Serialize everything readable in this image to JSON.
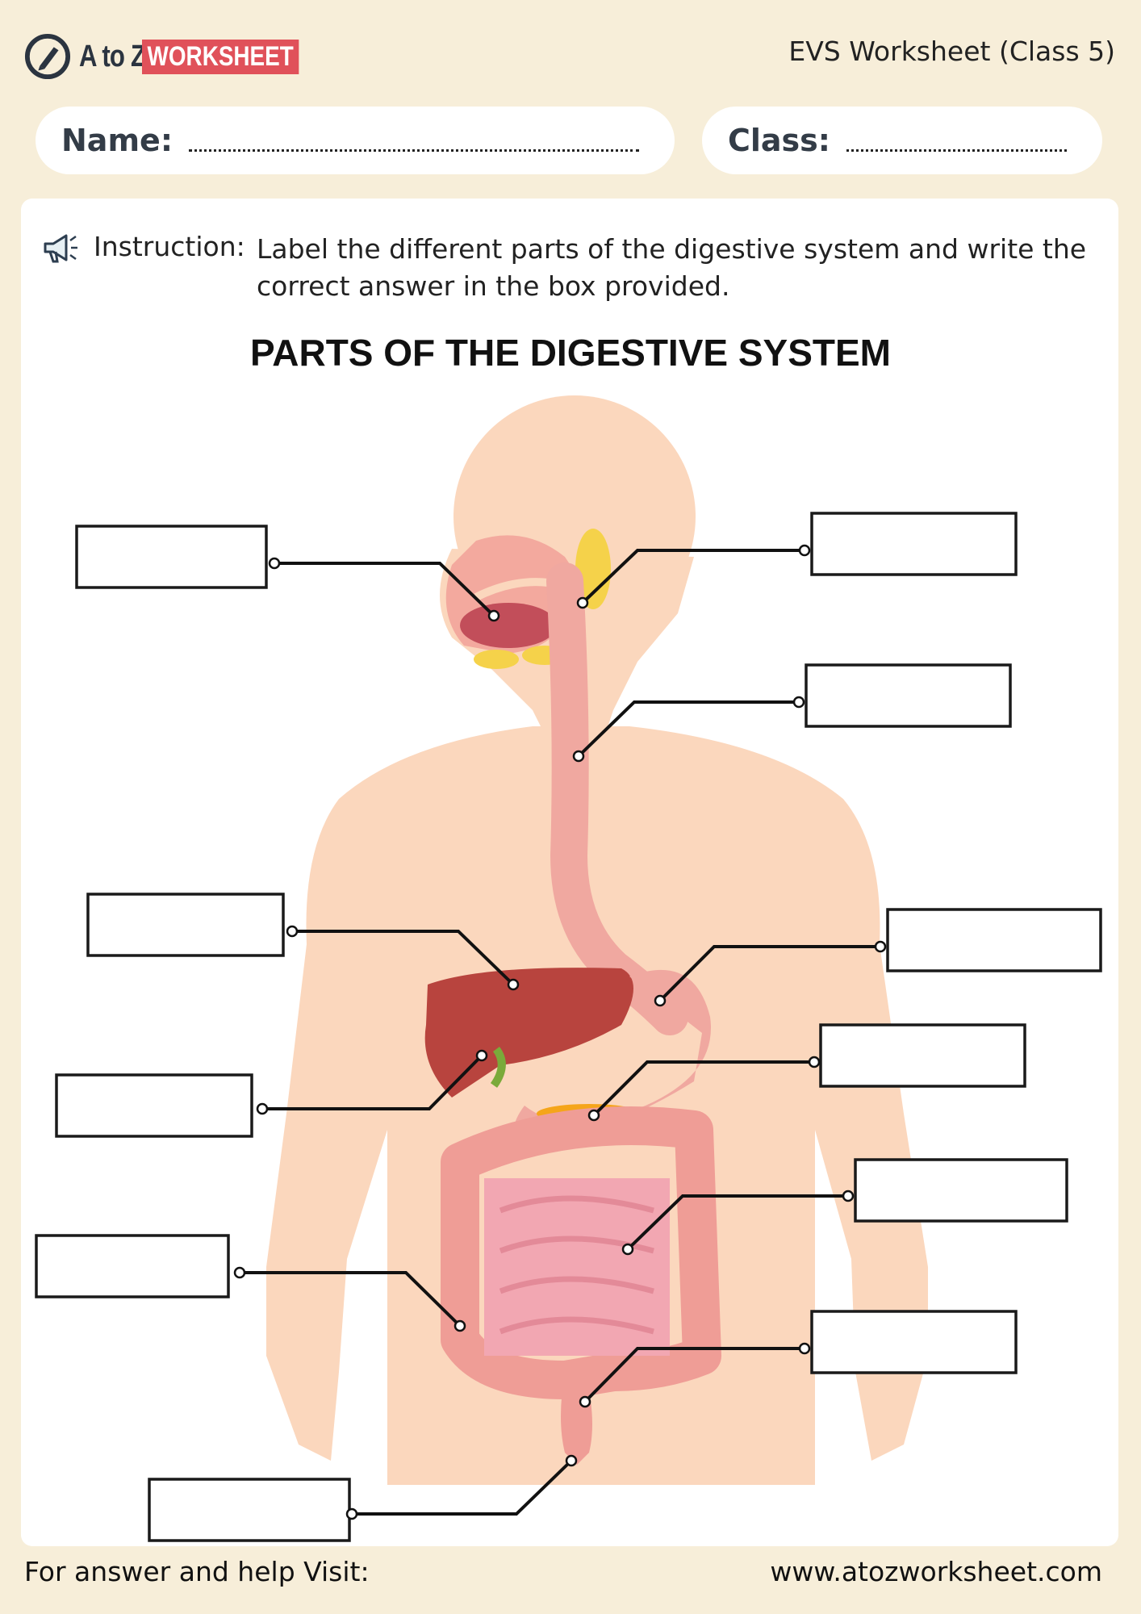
{
  "header": {
    "logo_text": "A to Z",
    "logo_badge": "WORKSHEET",
    "worksheet_title": "EVS Worksheet (Class 5)"
  },
  "form": {
    "name_label": "Name:",
    "class_label": "Class:"
  },
  "instruction": {
    "label": "Instruction:",
    "text": "Label the different parts of the digestive system and write the correct answer in the box provided."
  },
  "heading": "PARTS OF THE DIGESTIVE SYSTEM",
  "footer": {
    "left": "For answer and help Visit:",
    "right": "www.atozworksheet.com"
  },
  "colors": {
    "page_background": "#f7eed9",
    "badge": "#e0515a",
    "skin": "#fbd7bd",
    "organ_pink": "#f0a8a0",
    "liver": "#b8443e",
    "gland_yellow": "#f5d24a"
  },
  "icons": {
    "instruction": "megaphone-icon",
    "logo": "pen-circle-icon"
  }
}
